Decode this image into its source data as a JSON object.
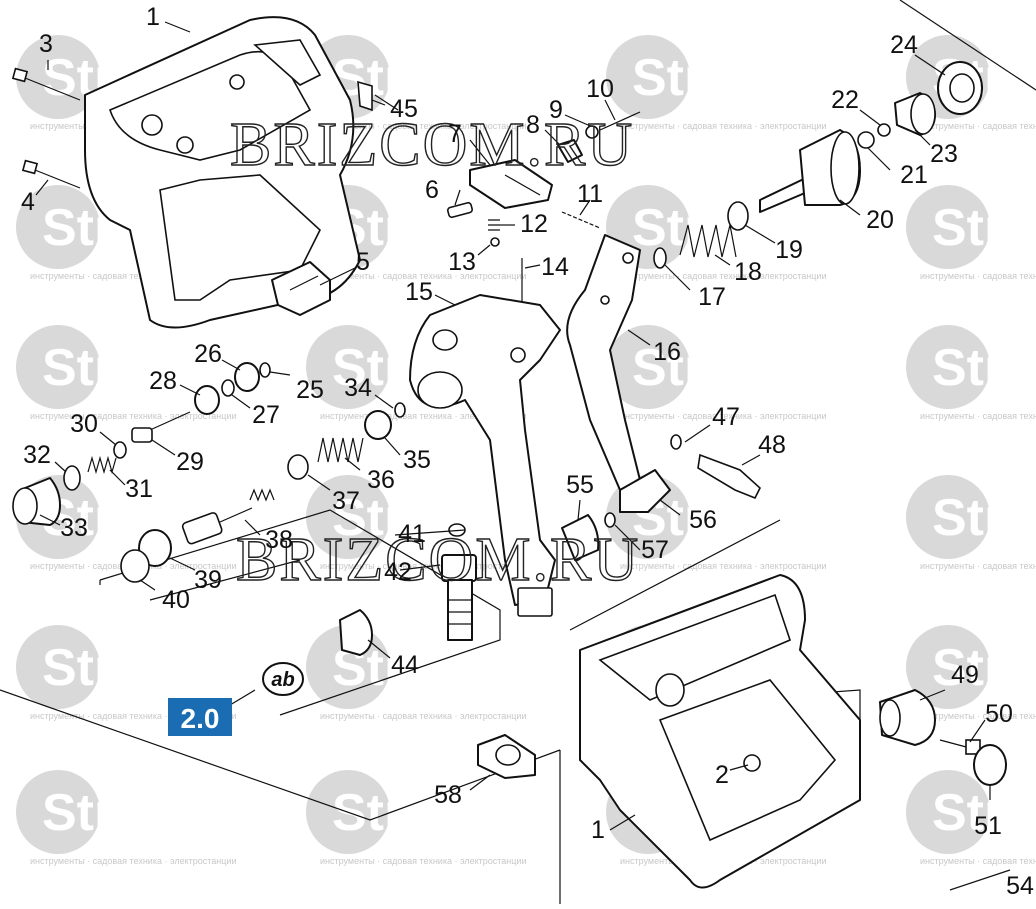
{
  "watermark": {
    "brand": "Strument",
    "tagline": "инструменты · садовая техника · электростанции",
    "site": "BRIZCOM.RU"
  },
  "badge": {
    "text": "2.0",
    "color": "#1a6cb3"
  },
  "ab_mark": "ab",
  "labels": [
    {
      "id": "1a",
      "text": "1"
    },
    {
      "id": "1b",
      "text": "1"
    },
    {
      "id": "2",
      "text": "2"
    },
    {
      "id": "3",
      "text": "3"
    },
    {
      "id": "4",
      "text": "4"
    },
    {
      "id": "5",
      "text": "5"
    },
    {
      "id": "6",
      "text": "6"
    },
    {
      "id": "7",
      "text": "7"
    },
    {
      "id": "8",
      "text": "8"
    },
    {
      "id": "9",
      "text": "9"
    },
    {
      "id": "10",
      "text": "10"
    },
    {
      "id": "11",
      "text": "11"
    },
    {
      "id": "12",
      "text": "12"
    },
    {
      "id": "13",
      "text": "13"
    },
    {
      "id": "14",
      "text": "14"
    },
    {
      "id": "15",
      "text": "15"
    },
    {
      "id": "16",
      "text": "16"
    },
    {
      "id": "17",
      "text": "17"
    },
    {
      "id": "18",
      "text": "18"
    },
    {
      "id": "19",
      "text": "19"
    },
    {
      "id": "20",
      "text": "20"
    },
    {
      "id": "21",
      "text": "21"
    },
    {
      "id": "22",
      "text": "22"
    },
    {
      "id": "23",
      "text": "23"
    },
    {
      "id": "24",
      "text": "24"
    },
    {
      "id": "25",
      "text": "25"
    },
    {
      "id": "26",
      "text": "26"
    },
    {
      "id": "27",
      "text": "27"
    },
    {
      "id": "28",
      "text": "28"
    },
    {
      "id": "29",
      "text": "29"
    },
    {
      "id": "30",
      "text": "30"
    },
    {
      "id": "31",
      "text": "31"
    },
    {
      "id": "32",
      "text": "32"
    },
    {
      "id": "33",
      "text": "33"
    },
    {
      "id": "34",
      "text": "34"
    },
    {
      "id": "35",
      "text": "35"
    },
    {
      "id": "36",
      "text": "36"
    },
    {
      "id": "37",
      "text": "37"
    },
    {
      "id": "38",
      "text": "38"
    },
    {
      "id": "39",
      "text": "39"
    },
    {
      "id": "40",
      "text": "40"
    },
    {
      "id": "41",
      "text": "41"
    },
    {
      "id": "42",
      "text": "42"
    },
    {
      "id": "44",
      "text": "44"
    },
    {
      "id": "45",
      "text": "45"
    },
    {
      "id": "47",
      "text": "47"
    },
    {
      "id": "48",
      "text": "48"
    },
    {
      "id": "49",
      "text": "49"
    },
    {
      "id": "50",
      "text": "50"
    },
    {
      "id": "51",
      "text": "51"
    },
    {
      "id": "54",
      "text": "54"
    },
    {
      "id": "55",
      "text": "55"
    },
    {
      "id": "56",
      "text": "56"
    },
    {
      "id": "57",
      "text": "57"
    },
    {
      "id": "58",
      "text": "58"
    }
  ]
}
